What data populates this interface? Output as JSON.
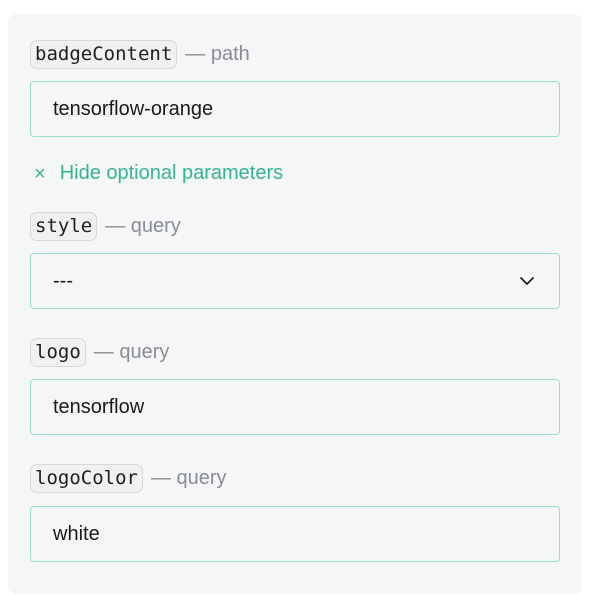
{
  "params": [
    {
      "name": "badgeContent",
      "kind": "— path",
      "value": "tensorflow-orange"
    },
    {
      "name": "style",
      "kind": "— query",
      "value": "---"
    },
    {
      "name": "logo",
      "kind": "— query",
      "value": "tensorflow"
    },
    {
      "name": "logoColor",
      "kind": "— query",
      "value": "white"
    }
  ],
  "toggle": {
    "icon": "×",
    "label": "Hide optional parameters"
  },
  "colors": {
    "accent": "#36b58e",
    "border": "#9fdcc5",
    "panel": "#f5f6f7"
  }
}
